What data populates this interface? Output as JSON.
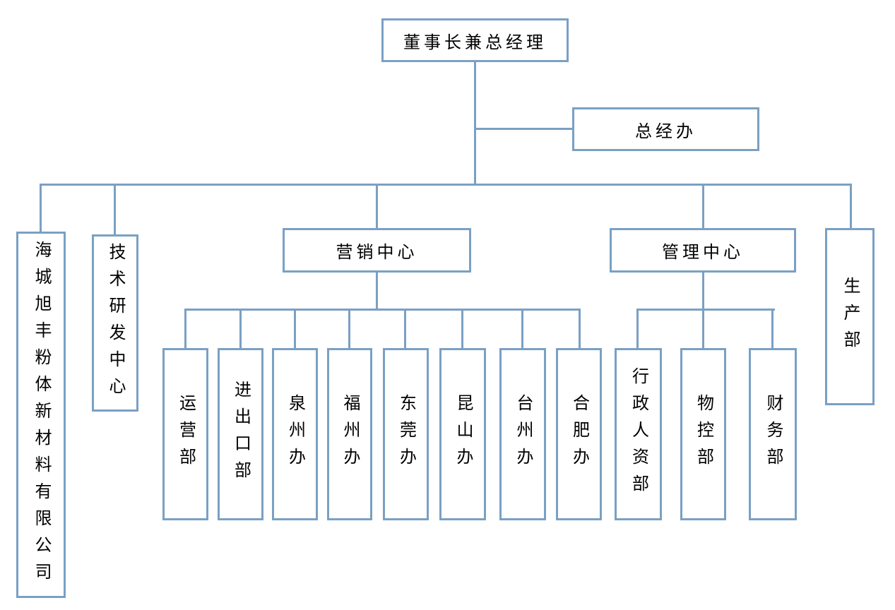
{
  "colors": {
    "line": "#7aa0c4",
    "text": "#000000",
    "background": "#ffffff"
  },
  "nodes": {
    "chairman": {
      "label": "董事长兼总经理",
      "orientation": "horizontal"
    },
    "gm_office": {
      "label": "总经办",
      "orientation": "horizontal"
    },
    "company": {
      "label": "海城旭丰粉体新材料有限公司",
      "orientation": "vertical"
    },
    "tech_center": {
      "label": "技术研发中心",
      "orientation": "vertical"
    },
    "marketing_center": {
      "label": "营销中心",
      "orientation": "horizontal"
    },
    "management_center": {
      "label": "管理中心",
      "orientation": "horizontal"
    },
    "production_dept": {
      "label": "生产部",
      "orientation": "vertical"
    },
    "operations": {
      "label": "运营部",
      "orientation": "vertical"
    },
    "import_export": {
      "label": "进出口部",
      "orientation": "vertical"
    },
    "quanzhou": {
      "label": "泉州办",
      "orientation": "vertical"
    },
    "fuzhou": {
      "label": "福州办",
      "orientation": "vertical"
    },
    "dongguan": {
      "label": "东莞办",
      "orientation": "vertical"
    },
    "kunshan": {
      "label": "昆山办",
      "orientation": "vertical"
    },
    "taizhou": {
      "label": "台州办",
      "orientation": "vertical"
    },
    "hefei": {
      "label": "合肥办",
      "orientation": "vertical"
    },
    "admin_hr": {
      "label": "行政人资部",
      "orientation": "vertical"
    },
    "material_control": {
      "label": "物控部",
      "orientation": "vertical"
    },
    "finance": {
      "label": "财务部",
      "orientation": "vertical"
    }
  },
  "edges": [
    {
      "from": "chairman",
      "to": "gm_office"
    },
    {
      "from": "chairman",
      "to": "company"
    },
    {
      "from": "chairman",
      "to": "tech_center"
    },
    {
      "from": "chairman",
      "to": "marketing_center"
    },
    {
      "from": "chairman",
      "to": "management_center"
    },
    {
      "from": "chairman",
      "to": "production_dept"
    },
    {
      "from": "marketing_center",
      "to": "operations"
    },
    {
      "from": "marketing_center",
      "to": "import_export"
    },
    {
      "from": "marketing_center",
      "to": "quanzhou"
    },
    {
      "from": "marketing_center",
      "to": "fuzhou"
    },
    {
      "from": "marketing_center",
      "to": "dongguan"
    },
    {
      "from": "marketing_center",
      "to": "kunshan"
    },
    {
      "from": "marketing_center",
      "to": "taizhou"
    },
    {
      "from": "marketing_center",
      "to": "hefei"
    },
    {
      "from": "management_center",
      "to": "admin_hr"
    },
    {
      "from": "management_center",
      "to": "material_control"
    },
    {
      "from": "management_center",
      "to": "finance"
    }
  ]
}
